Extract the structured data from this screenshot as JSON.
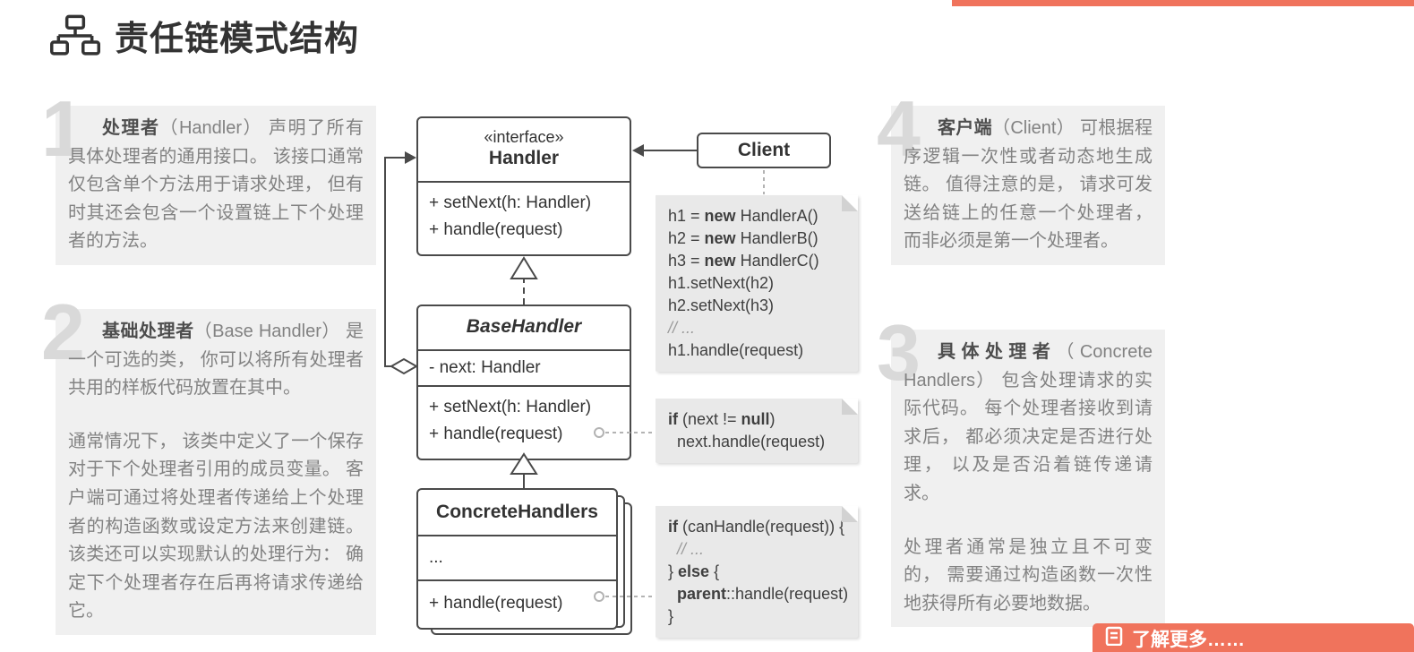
{
  "title": "责任链模式结构",
  "colors": {
    "accent": "#f0735c",
    "block_bg": "#f0f0f0",
    "note_bg": "#e9e9e9"
  },
  "annotations": {
    "handler": {
      "num": "1",
      "term": "处理者",
      "text": "（Handler） 声明了所有具体处理者的通用接口。 该接口通常仅包含单个方法用于请求处理， 但有时其还会包含一个设置链上下个处理者的方法。"
    },
    "base_handler": {
      "num": "2",
      "term": "基础处理者",
      "text": "（Base Handler） 是一个可选的类， 你可以将所有处理者共用的样板代码放置在其中。",
      "para2": "通常情况下， 该类中定义了一个保存对于下个处理者引用的成员变量。 客户端可通过将处理者传递给上个处理者的构造函数或设定方法来创建链。 该类还可以实现默认的处理行为： 确定下个处理者存在后再将请求传递给它。"
    },
    "concrete_handlers": {
      "num": "3",
      "term": "具体处理者",
      "text": "（Concrete Handlers） 包含处理请求的实际代码。 每个处理者接收到请求后， 都必须决定是否进行处理， 以及是否沿着链传递请求。",
      "para2": "处理者通常是独立且不可变的， 需要通过构造函数一次性地获得所有必要地数据。"
    },
    "client": {
      "num": "4",
      "term": "客户端",
      "text": "（Client） 可根据程序逻辑一次性或者动态地生成链。 值得注意的是， 请求可发送给链上的任意一个处理者， 而非必须是第一个处理者。"
    }
  },
  "uml": {
    "handler": {
      "stereotype": "«interface»",
      "name": "Handler",
      "methods": [
        "+ setNext(h: Handler)",
        "+ handle(request)"
      ]
    },
    "client": {
      "name": "Client"
    },
    "base_handler": {
      "name": "BaseHandler",
      "field": "- next: Handler",
      "methods": [
        "+ setNext(h: Handler)",
        "+ handle(request)"
      ]
    },
    "concrete_handlers": {
      "name": "ConcreteHandlers",
      "field": "...",
      "methods": [
        "+ handle(request)"
      ]
    }
  },
  "notes": {
    "client_code": [
      [
        {
          "t": "h1 = "
        },
        {
          "t": "new",
          "b": true
        },
        {
          "t": " HandlerA()"
        }
      ],
      [
        {
          "t": "h2 = "
        },
        {
          "t": "new",
          "b": true
        },
        {
          "t": " HandlerB()"
        }
      ],
      [
        {
          "t": "h3 = "
        },
        {
          "t": "new",
          "b": true
        },
        {
          "t": " HandlerC()"
        }
      ],
      [
        {
          "t": "h1.setNext(h2)"
        }
      ],
      [
        {
          "t": "h2.setNext(h3)"
        }
      ],
      [
        {
          "t": "// ...",
          "c": true
        }
      ],
      [
        {
          "t": "h1.handle(request)"
        }
      ]
    ],
    "base_handle_code": [
      [
        {
          "t": "if",
          "b": true
        },
        {
          "t": " (next != "
        },
        {
          "t": "null",
          "b": true
        },
        {
          "t": ")"
        }
      ],
      [
        {
          "t": "  next.handle(request)"
        }
      ]
    ],
    "concrete_handle_code": [
      [
        {
          "t": "if",
          "b": true
        },
        {
          "t": " (canHandle(request)) {"
        }
      ],
      [
        {
          "t": "  // ...",
          "c": true
        }
      ],
      [
        {
          "t": "} "
        },
        {
          "t": "else",
          "b": true
        },
        {
          "t": " {"
        }
      ],
      [
        {
          "t": "  "
        },
        {
          "t": "parent",
          "b": true
        },
        {
          "t": "::handle(request)"
        }
      ],
      [
        {
          "t": "}"
        }
      ]
    ]
  },
  "banner": {
    "label": "了解更多……"
  }
}
